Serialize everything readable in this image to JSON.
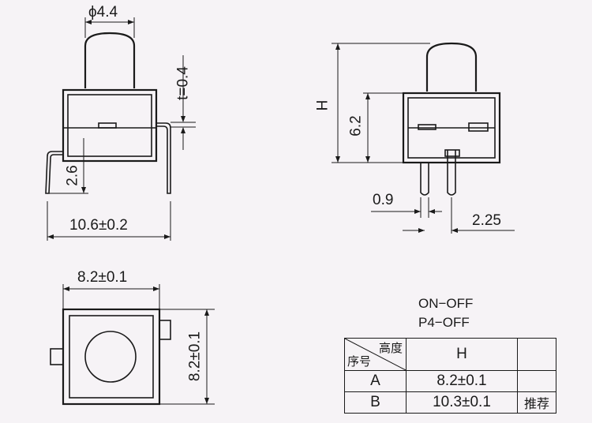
{
  "dims": {
    "stem_diameter": "ϕ4.4",
    "plate_thickness": "t=0.4",
    "pin_bend": "2.6",
    "body_width": "10.6±0.2",
    "height_h": "H",
    "body_height": "6.2",
    "pin_width": "0.9",
    "pin_pitch": "2.25",
    "top_width": "8.2±0.1",
    "top_depth": "8.2±0.1"
  },
  "notes": {
    "line1": "ON−OFF",
    "line2": "P4−OFF"
  },
  "table": {
    "header_top": "高度",
    "header_bottom": "序号",
    "header_col": "H",
    "rows": [
      {
        "id": "A",
        "h": "8.2±0.1",
        "note": ""
      },
      {
        "id": "B",
        "h": "10.3±0.1",
        "note": "推荐"
      }
    ]
  }
}
